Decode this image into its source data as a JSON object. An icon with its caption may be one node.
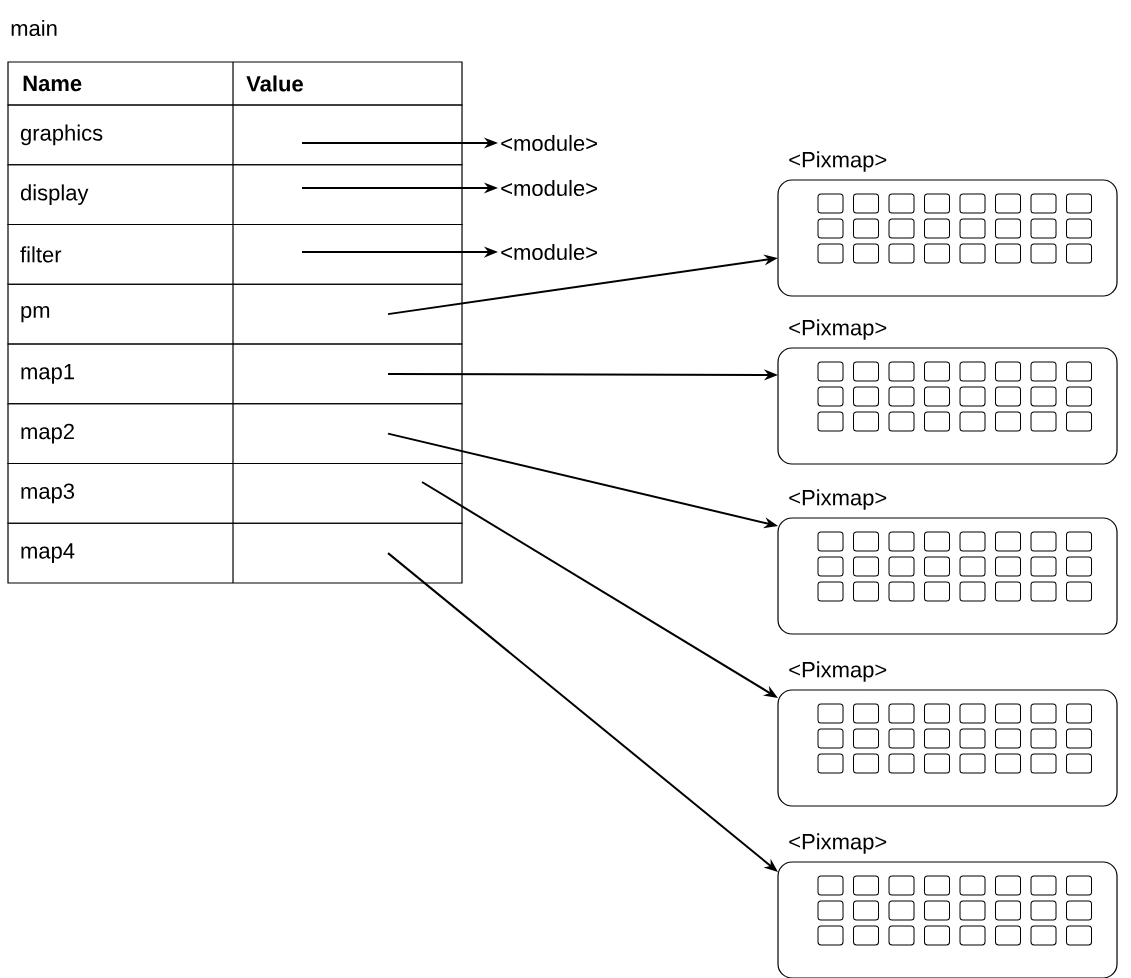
{
  "diagram": {
    "title": "main",
    "nodes": [
      {
        "text": [
          "graphics"
        ]
      },
      {
        "text": [
          "display"
        ]
      },
      {
        "text": [
          "filter"
        ]
      },
      {
        "text": [
          "pm"
        ]
      },
      {
        "text": [
          "map1"
        ]
      },
      {
        "text": [
          "map2"
        ]
      },
      {
        "text": [
          "map3"
        ]
      },
      {
        "text": [
          "map4"
        ]
      },
      {
        "text": [
          "<module>"
        ]
      },
      {
        "text": [
          "<module>"
        ]
      },
      {
        "text": [
          "<module>"
        ]
      },
      {
        "text": [
          "<Pixmap>"
        ]
      },
      {
        "text": [
          "<Pixmap>"
        ]
      },
      {
        "text": [
          "<Pixmap>"
        ]
      },
      {
        "text": [
          "<Pixmap>"
        ]
      },
      {
        "text": [
          "<Pixmap>"
        ]
      }
    ],
    "edges": [
      {
        "from": 0,
        "to": 8,
        "arrow": "to"
      },
      {
        "from": 1,
        "to": 9,
        "arrow": "to"
      },
      {
        "from": 2,
        "to": 10,
        "arrow": "to"
      },
      {
        "from": 3,
        "to": 11,
        "arrow": "to"
      },
      {
        "from": 4,
        "to": 12,
        "arrow": "to"
      },
      {
        "from": 5,
        "to": 13,
        "arrow": "to"
      },
      {
        "from": 6,
        "to": 14,
        "arrow": "to"
      },
      {
        "from": 7,
        "to": 15,
        "arrow": "to"
      }
    ],
    "labels": [
      "Name",
      "Value"
    ]
  }
}
